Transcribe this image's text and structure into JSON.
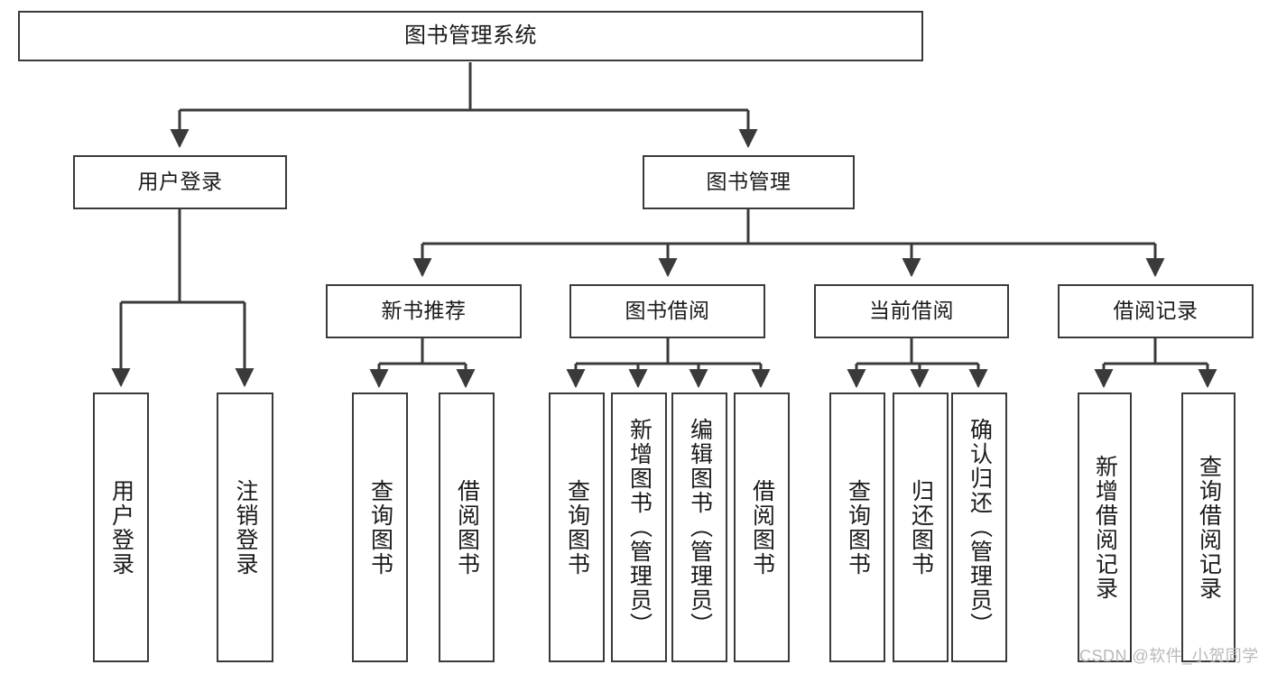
{
  "diagram": {
    "type": "tree-hierarchy",
    "title": "图书管理系统",
    "watermark": "CSDN @软件_小贺同学",
    "colors": {
      "box_border": "#3a3a3a",
      "box_fill": "#ffffff",
      "edge": "#3a3a3a",
      "text": "#1a1a1a",
      "watermark": "#b9b9b9",
      "background": "#ffffff"
    },
    "nodes": {
      "root": {
        "label": "图书管理系统"
      },
      "level1": [
        {
          "label": "用户登录"
        },
        {
          "label": "图书管理"
        }
      ],
      "level2": [
        {
          "label": "新书推荐"
        },
        {
          "label": "图书借阅"
        },
        {
          "label": "当前借阅"
        },
        {
          "label": "借阅记录"
        }
      ],
      "leaves": {
        "user_login": [
          {
            "label": "用户登录"
          },
          {
            "label": "注销登录"
          }
        ],
        "new_book_recommend": [
          {
            "label": "查询图书"
          },
          {
            "label": "借阅图书"
          }
        ],
        "book_borrow": [
          {
            "label": "查询图书"
          },
          {
            "label": "新增图书（管理员）"
          },
          {
            "label": "编辑图书（管理员）"
          },
          {
            "label": "借阅图书"
          }
        ],
        "current_borrow": [
          {
            "label": "查询图书"
          },
          {
            "label": "归还图书"
          },
          {
            "label": "确认归还（管理员）"
          }
        ],
        "borrow_record": [
          {
            "label": "新增借阅记录"
          },
          {
            "label": "查询借阅记录"
          }
        ]
      }
    }
  }
}
